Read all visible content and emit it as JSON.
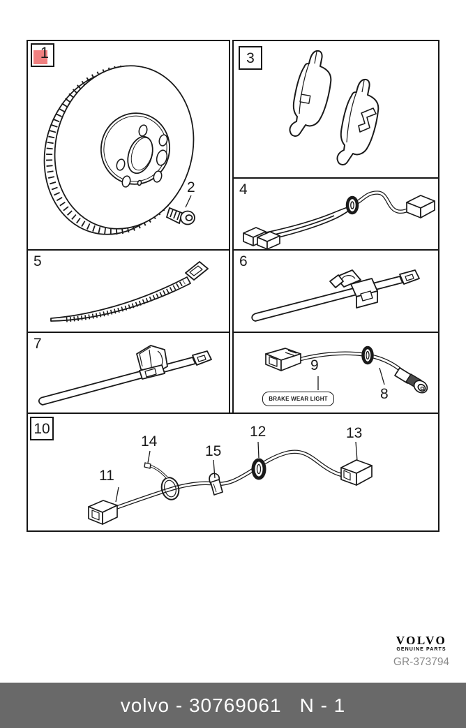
{
  "colors": {
    "highlight": "#f08080",
    "footer_bg": "#696969",
    "line": "#1a1a1a",
    "ref_text": "#8a8a8a"
  },
  "panels": {
    "panel1": {
      "number": "1",
      "bolt_number": "2"
    },
    "panel3": {
      "number": "3"
    },
    "panel4": {
      "number": "4"
    },
    "panel5": {
      "number": "5"
    },
    "panel6": {
      "number": "6"
    },
    "panel7": {
      "number": "7"
    },
    "panel89": {
      "sensor_number": "8",
      "callout_number": "9",
      "callout_text": "BRAKE WEAR LIGHT"
    },
    "panel10": {
      "number": "10",
      "connector_left": "11",
      "grommet": "12",
      "connector_right": "13",
      "tie": "14",
      "clip": "15"
    }
  },
  "branding": {
    "wordmark": "VOLVO",
    "tagline": "GENUINE PARTS",
    "drawing_ref": "GR-373794"
  },
  "footer": {
    "part_text": "volvo - 30769061",
    "page_text": "N - 1"
  }
}
